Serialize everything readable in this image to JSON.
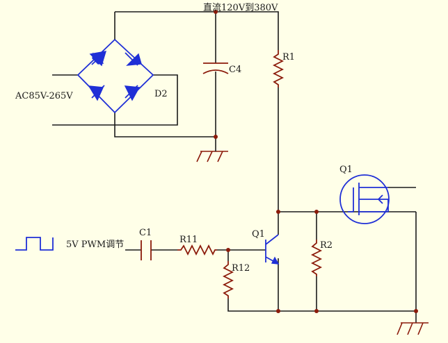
{
  "labels": {
    "dc_bus": "直流120V到380V",
    "ac_input": "AC85V-265V",
    "d2": "D2",
    "c4": "C4",
    "r1": "R1",
    "q1_top": "Q1",
    "q1_bottom": "Q1",
    "r2": "R2",
    "c1": "C1",
    "r11": "R11",
    "r12": "R12",
    "pwm": "5V PWM调节"
  },
  "colors": {
    "background": "#ffffe8",
    "wire": "#1a1a1a",
    "component": "#8b1a0a",
    "diode": "#1f2fd6"
  }
}
